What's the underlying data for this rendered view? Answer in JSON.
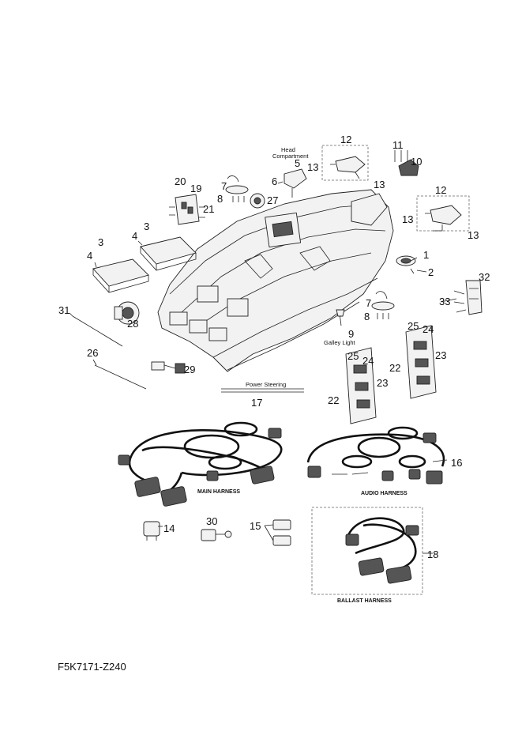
{
  "diagram_code": "F5K7171-Z240",
  "callouts": {
    "c1": "1",
    "c2": "2",
    "c3a": "3",
    "c3b": "3",
    "c4a": "4",
    "c4b": "4",
    "c5": "5",
    "c6": "6",
    "c7a": "7",
    "c7b": "7",
    "c8a": "8",
    "c8b": "8",
    "c9": "9",
    "c10": "10",
    "c11": "11",
    "c12a": "12",
    "c12b": "12",
    "c13a": "13",
    "c13b": "13",
    "c13c": "13",
    "c13d": "13",
    "c14": "14",
    "c15": "15",
    "c16": "16",
    "c17": "17",
    "c18": "18",
    "c19": "19",
    "c20": "20",
    "c21": "21",
    "c22a": "22",
    "c22b": "22",
    "c23a": "23",
    "c23b": "23",
    "c24a": "24",
    "c24b": "24",
    "c25a": "25",
    "c25b": "25",
    "c26": "26",
    "c27": "27",
    "c28": "28",
    "c29": "29",
    "c30": "30",
    "c31": "31",
    "c32": "32",
    "c33": "33"
  },
  "captions": {
    "head_1": "Head",
    "head_2": "Compartment",
    "galley": "Galley Light",
    "power_steering": "Power Steering",
    "main_harness": "MAIN HARNESS",
    "audio_harness": "AUDIO HARNESS",
    "ballast_harness": "BALLAST HARNESS"
  }
}
